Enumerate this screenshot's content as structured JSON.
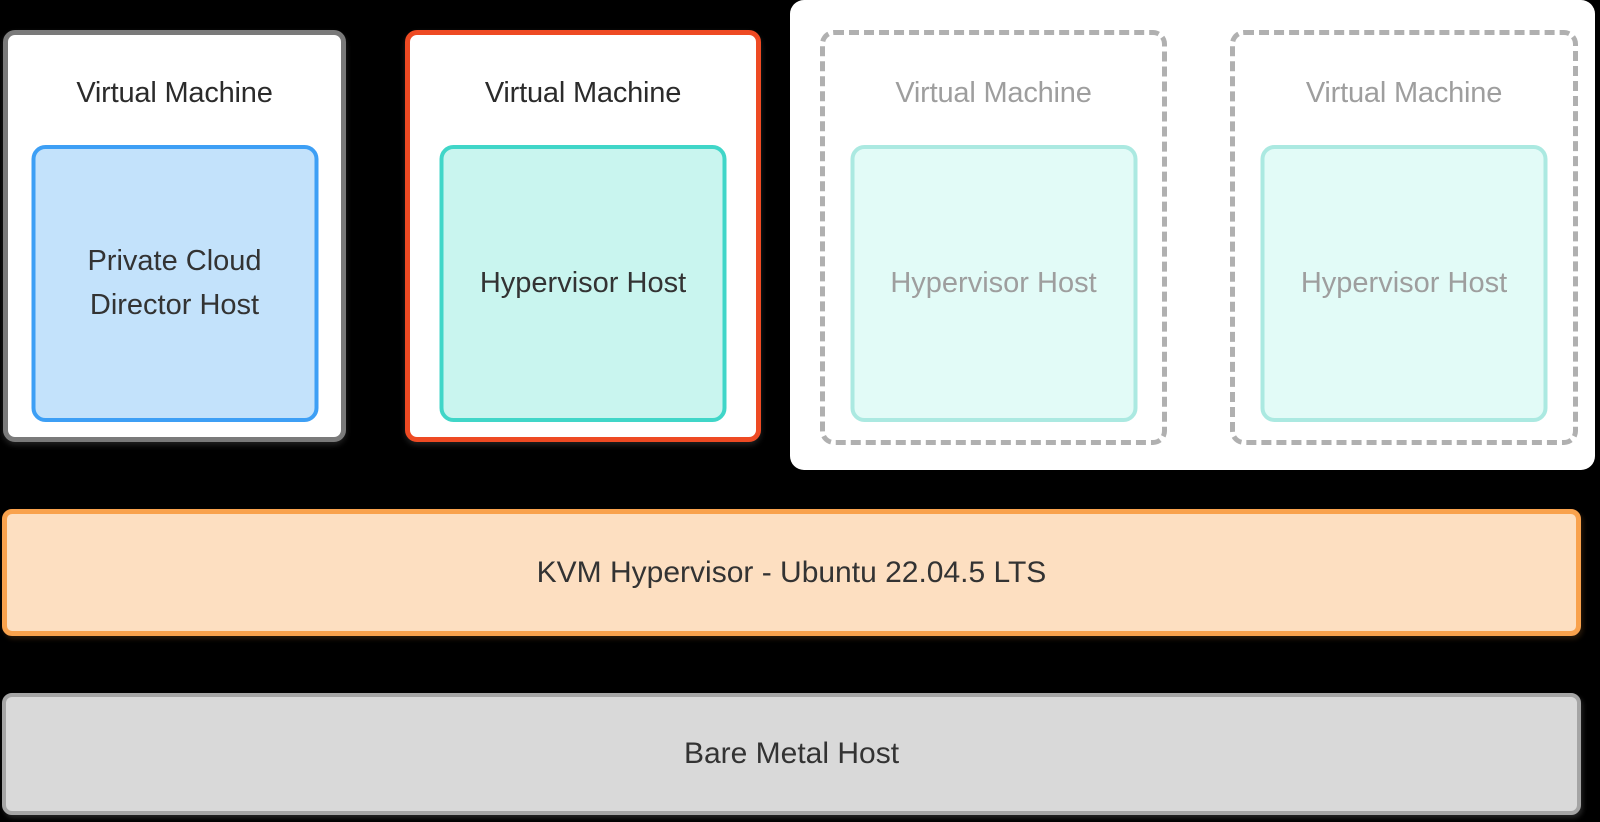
{
  "diagram": {
    "vm_pcd": {
      "title": "Virtual Machine",
      "host_line1": "Private Cloud",
      "host_line2": "Director Host"
    },
    "vm_hypervisor": {
      "title": "Virtual Machine",
      "host": "Hypervisor Host"
    },
    "vm_ghost_1": {
      "title": "Virtual Machine",
      "host": "Hypervisor Host"
    },
    "vm_ghost_2": {
      "title": "Virtual Machine",
      "host": "Hypervisor Host"
    },
    "kvm_layer": {
      "label": "KVM Hypervisor - Ubuntu 22.04.5 LTS"
    },
    "bare_metal_layer": {
      "label": "Bare Metal Host"
    }
  },
  "colors": {
    "background": "#000000",
    "vm_solid_border_gray": "#7a7a7a",
    "vm_solid_border_red": "#ee4a23",
    "vm_ghost_dash": "#b0b0b0",
    "pcd_host_fill": "#c3e2fb",
    "pcd_host_border": "#3d9ff5",
    "hypervisor_host_fill": "#c9f5ef",
    "hypervisor_host_border": "#40d6c8",
    "ghost_host_fill": "#e2fbf7",
    "ghost_host_border": "#abe9e1",
    "kvm_layer_fill": "#fddfc1",
    "kvm_layer_border": "#f9a24d",
    "bare_metal_fill": "#d9d9d9",
    "bare_metal_border": "#a5a5a5",
    "text_dark": "#2b2b2b",
    "text_gray": "#9e9e9e",
    "card_background": "#ffffff"
  }
}
